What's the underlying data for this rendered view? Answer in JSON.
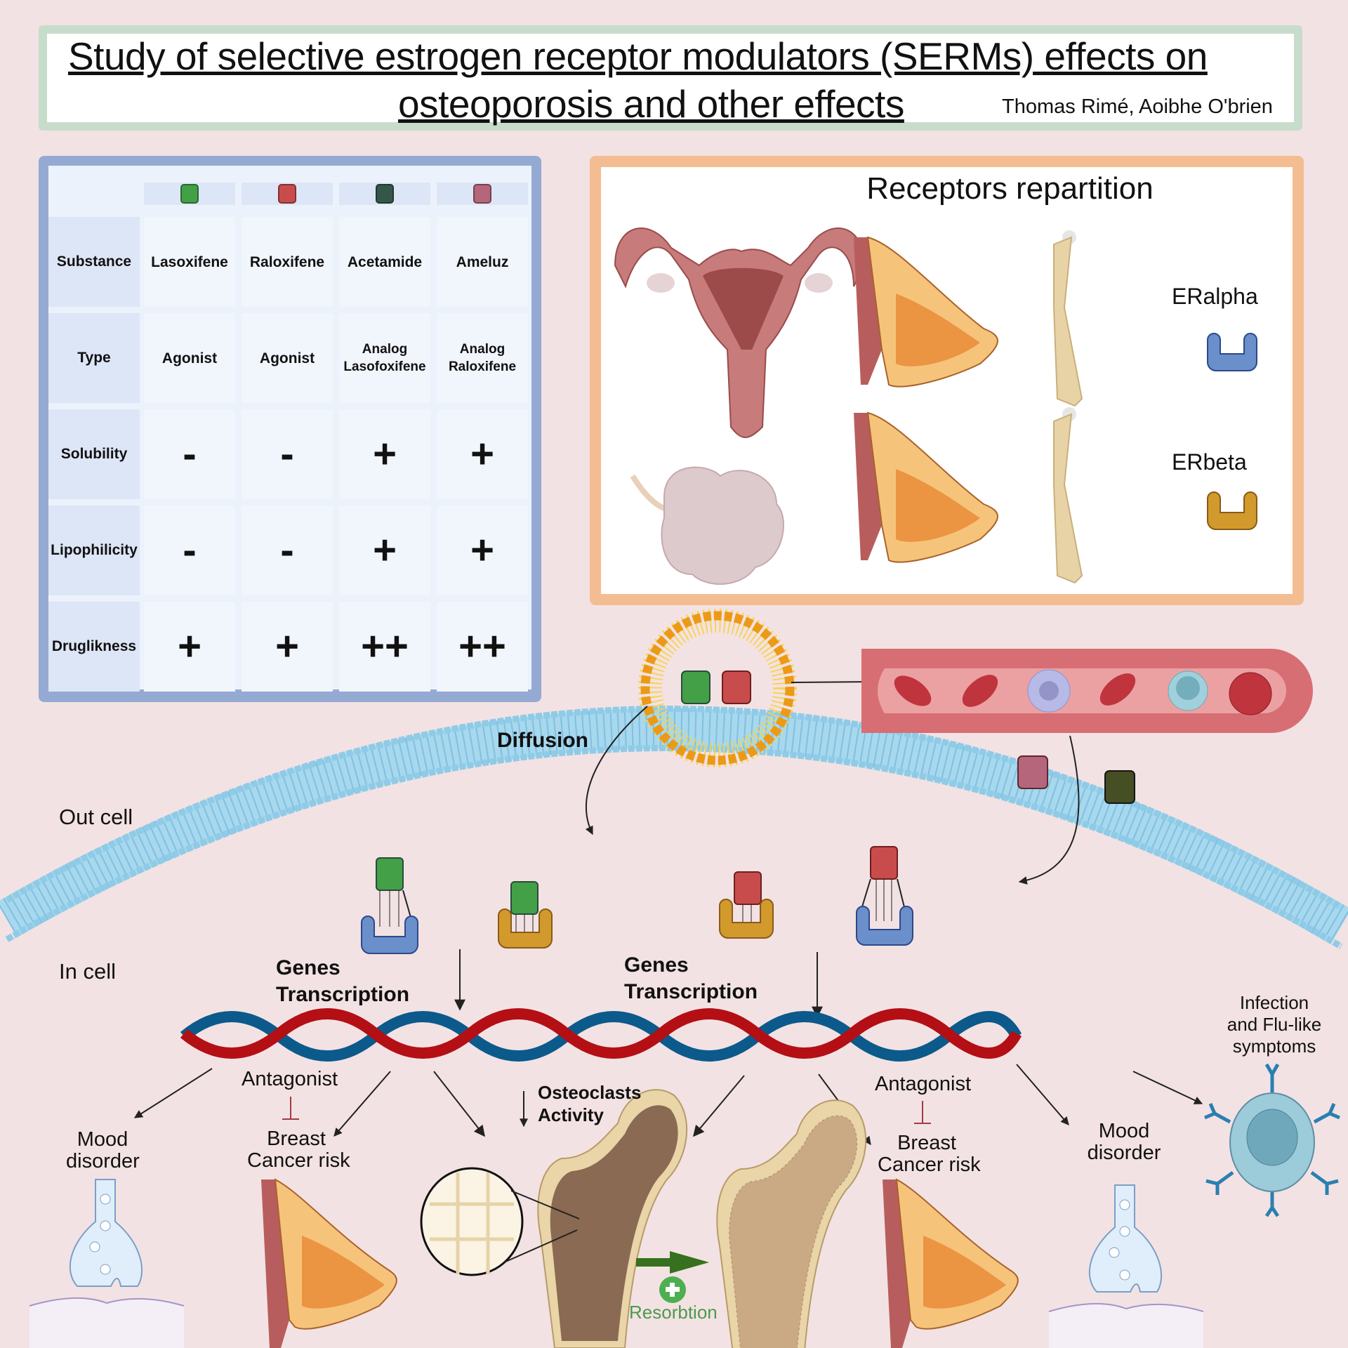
{
  "header": {
    "title_line1": "Study of selective estrogen receptor modulators (SERMs) effects on",
    "title_line2": "osteoporosis and other effects",
    "authors": "Thomas Rimé, Aoibhe O'brien"
  },
  "table": {
    "columns": [
      {
        "name": "Lasoxifene",
        "color": "#43a047"
      },
      {
        "name": "Raloxifene",
        "color": "#c94c4c"
      },
      {
        "name": "Acetamide",
        "color": "#35574a"
      },
      {
        "name": "Ameluz",
        "color": "#b5667a"
      }
    ],
    "rows": [
      {
        "label": "Substance",
        "values": [
          "Lasoxifene",
          "Raloxifene",
          "Acetamide",
          "Ameluz"
        ]
      },
      {
        "label": "Type",
        "values": [
          "Agonist",
          "Agonist",
          "Analog\nLasofoxifene",
          "Analog\nRaloxifene"
        ]
      },
      {
        "label": "Solubility",
        "values": [
          "-",
          "-",
          "+",
          "+"
        ]
      },
      {
        "label": "Lipophilicity",
        "values": [
          "-",
          "-",
          "+",
          "+"
        ]
      },
      {
        "label": "Druglikness",
        "values": [
          "+",
          "+",
          "++",
          "++"
        ]
      }
    ]
  },
  "receptors": {
    "title": "Receptors repartition",
    "eralpha_label": "ERalpha",
    "erbeta_label": "ERbeta",
    "eralpha_color": "#6a8fcb",
    "erbeta_color": "#d29a2c",
    "eralpha_tissues": [
      "uterus",
      "breast",
      "bone"
    ],
    "erbeta_tissues": [
      "ovary",
      "breast",
      "bone"
    ]
  },
  "pathway": {
    "diffusion_label": "Diffusion",
    "out_cell_label": "Out cell",
    "in_cell_label": "In cell",
    "genes_transcription_left": "Genes\nTranscription",
    "genes_transcription_right": "Genes\nTranscription",
    "antagonist_left": "Antagonist",
    "antagonist_right": "Antagonist",
    "osteoclasts_label": "Osteoclasts\nActivity",
    "mood_left": "Mood\ndisorder",
    "mood_right": "Mood\ndisorder",
    "breast_left": "Breast\nCancer risk",
    "breast_right": "Breast\nCancer risk",
    "infection_label": "Infection\nand Flu-like\nsymptoms",
    "resorption_label": "Resorbtion",
    "resorption_color": "#4c9a4c"
  }
}
